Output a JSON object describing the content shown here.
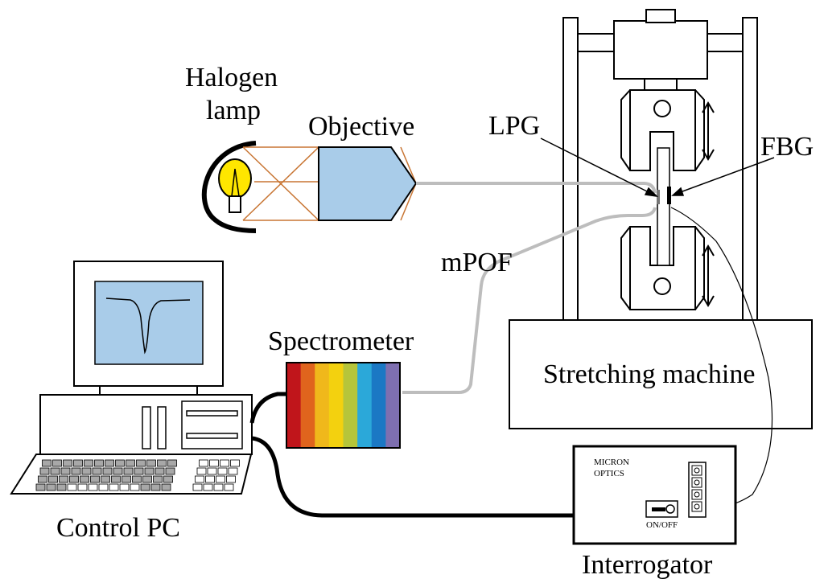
{
  "labels": {
    "halogen_lamp_line1": "Halogen",
    "halogen_lamp_line2": "lamp",
    "objective": "Objective",
    "lpg": "LPG",
    "fbg": "FBG",
    "mpof": "mPOF",
    "spectrometer": "Spectrometer",
    "stretching_machine": "Stretching  machine",
    "control_pc": "Control PC",
    "interrogator": "Interrogator",
    "interrogator_brand_line1": "MICRON",
    "interrogator_brand_line2": "OPTICS",
    "power_switch": "ON/OFF"
  },
  "colors": {
    "objective_fill": "#a9cce9",
    "monitor_screen": "#a9cce9",
    "lamp_bulb": "#ffe600",
    "light_rays": "#c87533",
    "fiber": "#bdbdbd",
    "cable": "#000000",
    "spectrum": [
      "#c0151b",
      "#e0641d",
      "#f0b81b",
      "#f3d10f",
      "#b6c53a",
      "#2ba8d9",
      "#1b78c4",
      "#7e6fb0"
    ],
    "keyboard_keys": "#a8a8a8"
  }
}
